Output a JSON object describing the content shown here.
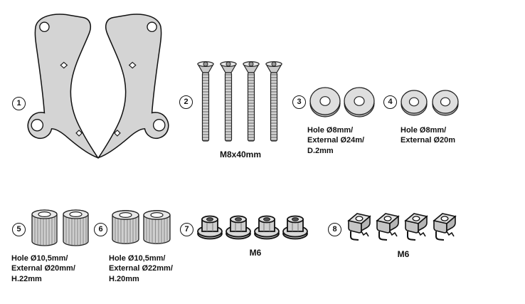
{
  "diagram": "fitting-kit-parts",
  "colors": {
    "background": "#ffffff",
    "part_fill": "#d4d4d4",
    "outline": "#111111"
  },
  "parts": {
    "brackets": {
      "number": "1"
    },
    "bolts": {
      "number": "2",
      "label": "M8x40mm"
    },
    "washers_large": {
      "number": "3",
      "label": "Hole Ø8mm/\nExternal Ø24m/\nD.2mm"
    },
    "washers_small": {
      "number": "4",
      "label": "Hole Ø8mm/\nExternal Ø20m"
    },
    "spacers_h22": {
      "number": "5",
      "label": "Hole Ø10,5mm/\nExternal Ø20mm/\nH.22mm"
    },
    "spacers_h20": {
      "number": "6",
      "label": "Hole Ø10,5mm/\nExternal Ø22mm/\nH.20mm"
    },
    "flange_nuts": {
      "number": "7",
      "label": "M6"
    },
    "clip_nuts": {
      "number": "8",
      "label": "M6"
    }
  }
}
